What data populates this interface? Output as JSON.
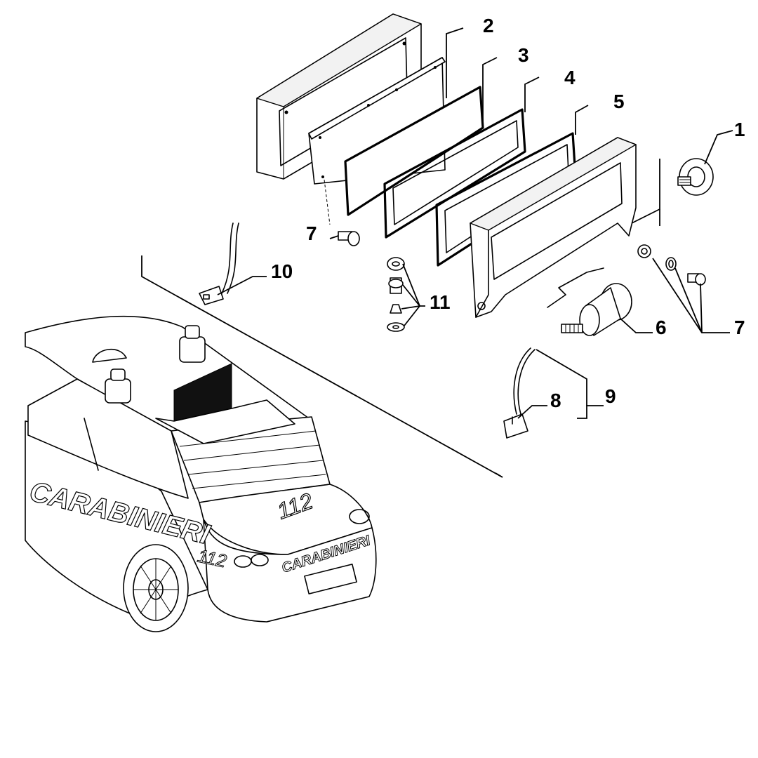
{
  "callouts": {
    "c1": "1",
    "c2": "2",
    "c3": "3",
    "c4": "4",
    "c5": "5",
    "c6": "6",
    "c7a": "7",
    "c7b": "7",
    "c8": "8",
    "c9": "9",
    "c10": "10",
    "c11": "11"
  },
  "car_markings": {
    "side_text": "CARABINIERI",
    "trunk_number": "112",
    "bumper_number": "112",
    "trunk_text": "CARABINIERI"
  }
}
